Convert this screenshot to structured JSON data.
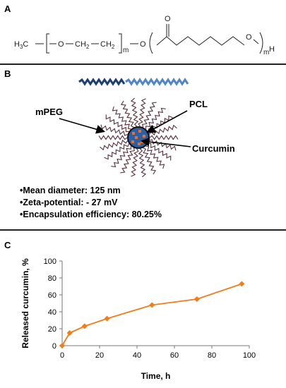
{
  "panels": {
    "a": {
      "label": "A"
    },
    "b": {
      "label": "B"
    },
    "c": {
      "label": "C"
    }
  },
  "structure": {
    "ch3": "H",
    "ch3_sub": "3",
    "ch3_c": "C",
    "o1": "O",
    "ch2a": "CH",
    "ch2a_sub": "2",
    "ch2b": "CH",
    "ch2b_sub": "2",
    "m1": "m",
    "o2": "O",
    "carbonyl_o": "O",
    "o3": "O",
    "m2": "m",
    "h_end": "H"
  },
  "micelle": {
    "label_mpeg": "mPEG",
    "label_pcl": "PCL",
    "label_curcumin": "Curcumin",
    "colors": {
      "peg": "#1e3f73",
      "pcl": "#4f86c6",
      "core": "#2d5fa5",
      "drug": "#e8722a",
      "arms": "#5a2e3a"
    }
  },
  "properties": [
    "•Mean diameter: 125 nm",
    "•Zeta-potential: - 27 mV",
    "•Encapsulation efficiency: 80.25%"
  ],
  "chart_data": {
    "type": "line",
    "x": [
      0,
      4,
      12,
      24,
      48,
      72,
      96
    ],
    "series": [
      {
        "values": [
          0,
          15,
          23,
          32,
          48,
          55,
          73
        ]
      }
    ],
    "xlabel": "Time, h",
    "ylabel": "Released curcumin, %",
    "xlim": [
      0,
      100
    ],
    "ylim": [
      0,
      100
    ],
    "xticks": [
      0,
      20,
      40,
      60,
      80,
      100
    ],
    "yticks": [
      0,
      20,
      40,
      60,
      80,
      100
    ],
    "color": "#f07c1a",
    "marker": "diamond",
    "grid": false,
    "legend": false
  }
}
